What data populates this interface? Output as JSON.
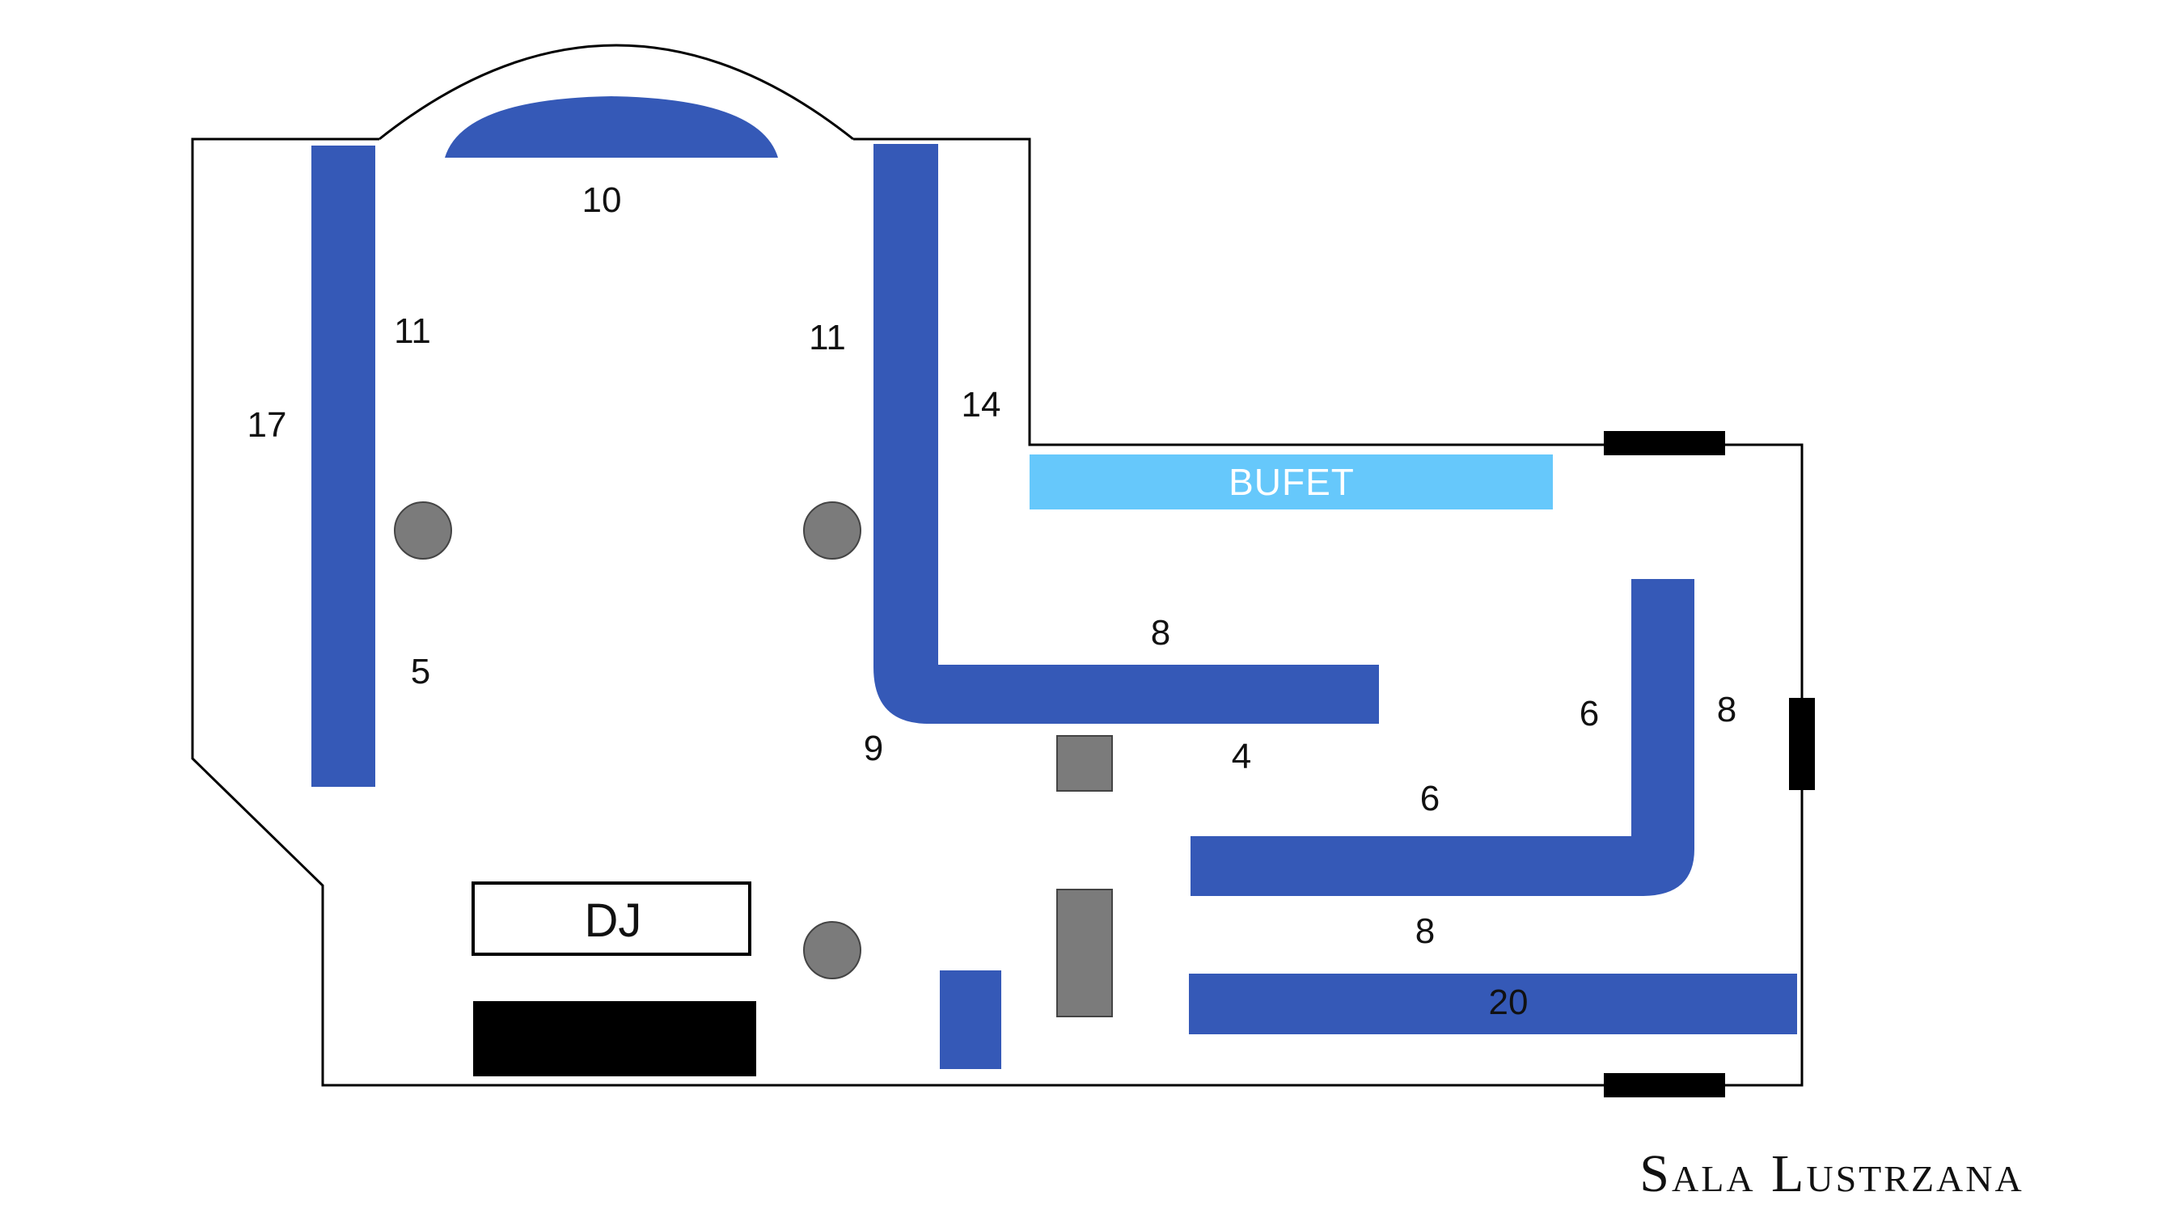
{
  "colors": {
    "table": "#3559b7",
    "buffet": "#66c8fb",
    "pillar": "#7b7b7b",
    "door": "#000000",
    "wall": "#000000",
    "dj_area": "#000000"
  },
  "hall_name": "Sala Lustrzana",
  "buffet_label": "BUFET",
  "dj_label": "DJ",
  "seat_counts": {
    "head_table": "10",
    "left_table_inner": "11",
    "left_table_outer": "17",
    "left_table_lower": "5",
    "center_table_inner": "11",
    "center_table_outer": "14",
    "center_table_corner": "9",
    "center_arm_top": "8",
    "center_arm_bottom": "4",
    "right_vertical_inner": "6",
    "right_vertical_outer": "8",
    "right_arm_top": "6",
    "right_arm_bottom": "8",
    "bottom_table": "20"
  }
}
